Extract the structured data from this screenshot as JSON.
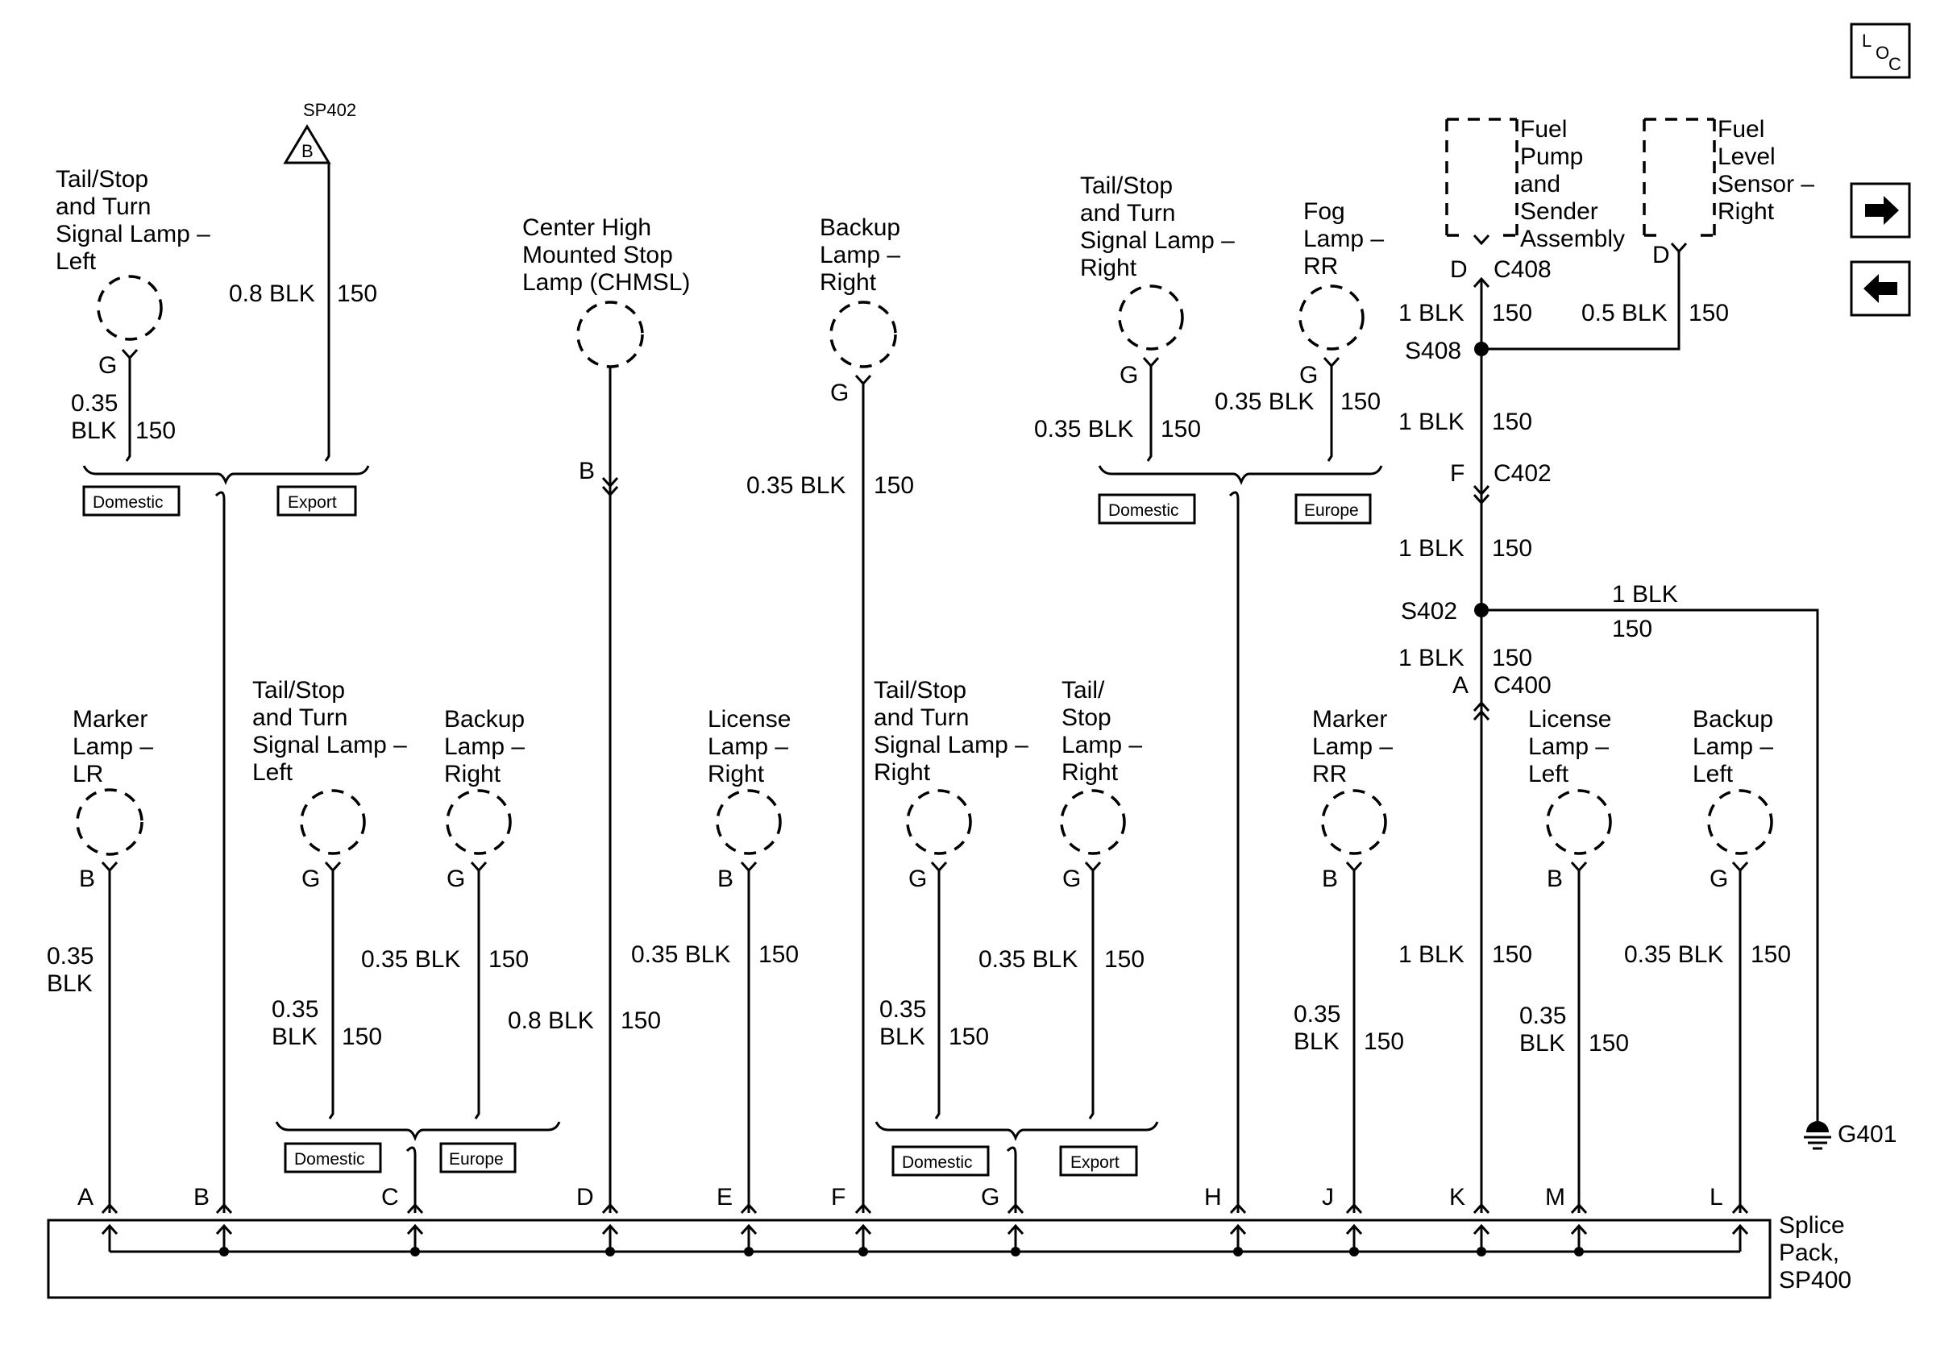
{
  "icons": {
    "loc": "location-icon",
    "next": "arrow-right-icon",
    "prev": "arrow-left-icon"
  },
  "loc_letters": [
    "L",
    "O",
    "C"
  ],
  "top_components": [
    {
      "lines": [
        "Tail/Stop",
        "and Turn",
        "Signal Lamp –",
        "Left"
      ]
    },
    {
      "lines": [
        "Center High",
        "Mounted Stop",
        "Lamp (CHMSL)"
      ]
    },
    {
      "lines": [
        "Backup",
        "Lamp –",
        "Right"
      ]
    },
    {
      "lines": [
        "Tail/Stop",
        "and Turn",
        "Signal Lamp –",
        "Right"
      ]
    },
    {
      "lines": [
        "Fog",
        "Lamp –",
        "RR"
      ]
    },
    {
      "lines": [
        "Fuel",
        "Pump",
        "and",
        "Sender",
        "Assembly"
      ]
    },
    {
      "lines": [
        "Fuel",
        "Level",
        "Sensor –",
        "Right"
      ]
    }
  ],
  "bottom_components": [
    {
      "lines": [
        "Marker",
        "Lamp –",
        "LR"
      ]
    },
    {
      "lines": [
        "Tail/Stop",
        "and Turn",
        "Signal Lamp –",
        "Left"
      ]
    },
    {
      "lines": [
        "Backup",
        "Lamp –",
        "Right"
      ]
    },
    {
      "lines": [
        "License",
        "Lamp –",
        "Right"
      ]
    },
    {
      "lines": [
        "Tail/Stop",
        "and Turn",
        "Signal Lamp –",
        "Right"
      ]
    },
    {
      "lines": [
        "Tail/",
        "Stop",
        "Lamp –",
        "Right"
      ]
    },
    {
      "lines": [
        "Marker",
        "Lamp –",
        "RR"
      ]
    },
    {
      "lines": [
        "License",
        "Lamp –",
        "Left"
      ]
    },
    {
      "lines": [
        "Backup",
        "Lamp –",
        "Left"
      ]
    }
  ],
  "sp402": {
    "name": "SP402",
    "pin": "B"
  },
  "top_wires": [
    {
      "text": [
        "0.35",
        "BLK"
      ],
      "circuit": "150"
    },
    {
      "text": [
        "0.8 BLK"
      ],
      "circuit": "150"
    },
    {
      "text": [
        "0.35 BLK"
      ],
      "circuit": "150"
    },
    {
      "text": [
        "0.35 BLK"
      ],
      "circuit": "150"
    },
    {
      "text": [
        "0.35 BLK"
      ],
      "circuit": "150"
    }
  ],
  "main_feed": {
    "c408": {
      "pin_left": "D",
      "connector": "C408",
      "pin_right": "D"
    },
    "w1": {
      "text": "1 BLK",
      "circuit": "150"
    },
    "w1b": {
      "text": "0.5 BLK",
      "circuit": "150"
    },
    "s408": "S408",
    "w2": {
      "text": "1 BLK",
      "circuit": "150"
    },
    "c402": {
      "pin": "F",
      "connector": "C402"
    },
    "w3": {
      "text": "1 BLK",
      "circuit": "150"
    },
    "s402": "S402",
    "ground_wire": {
      "text": "1 BLK",
      "circuit": "150"
    },
    "w4": {
      "text": "1 BLK",
      "circuit": "150"
    },
    "c400": {
      "pin": "A",
      "connector": "C400"
    },
    "w5": {
      "text": "1 BLK",
      "circuit": "150"
    },
    "ground": "G401"
  },
  "pin_labels": {
    "top": [
      "G",
      "B",
      "G",
      "G",
      "G"
    ],
    "bottom": [
      "B",
      "G",
      "G",
      "B",
      "G",
      "G",
      "B",
      "B",
      "G"
    ]
  },
  "bottom_wires": [
    {
      "text": [
        "0.35",
        "BLK"
      ],
      "circuit": ""
    },
    {
      "text": [
        "0.35",
        "BLK"
      ],
      "circuit": "150"
    },
    {
      "text": [
        "0.35 BLK"
      ],
      "circuit": "150"
    },
    {
      "text": [
        "0.8 BLK"
      ],
      "circuit": "150"
    },
    {
      "text": [
        "0.35 BLK"
      ],
      "circuit": "150"
    },
    {
      "text": [
        "0.35",
        "BLK"
      ],
      "circuit": "150"
    },
    {
      "text": [
        "0.35 BLK"
      ],
      "circuit": "150"
    },
    {
      "text": [
        "0.35",
        "BLK"
      ],
      "circuit": "150"
    },
    {
      "text": [
        "0.35",
        "BLK"
      ],
      "circuit": "150"
    },
    {
      "text": [
        "0.35 BLK"
      ],
      "circuit": "150"
    }
  ],
  "options": {
    "a": [
      "Domestic",
      "Export"
    ],
    "b": [
      "Domestic",
      "Europe"
    ],
    "c": [
      "Domestic",
      "Europe"
    ],
    "d": [
      "Domestic",
      "Export"
    ]
  },
  "splice_pins": [
    "A",
    "B",
    "C",
    "D",
    "E",
    "F",
    "G",
    "H",
    "J",
    "K",
    "M",
    "L"
  ],
  "splice_pack": [
    "Splice",
    "Pack,",
    "SP400"
  ]
}
